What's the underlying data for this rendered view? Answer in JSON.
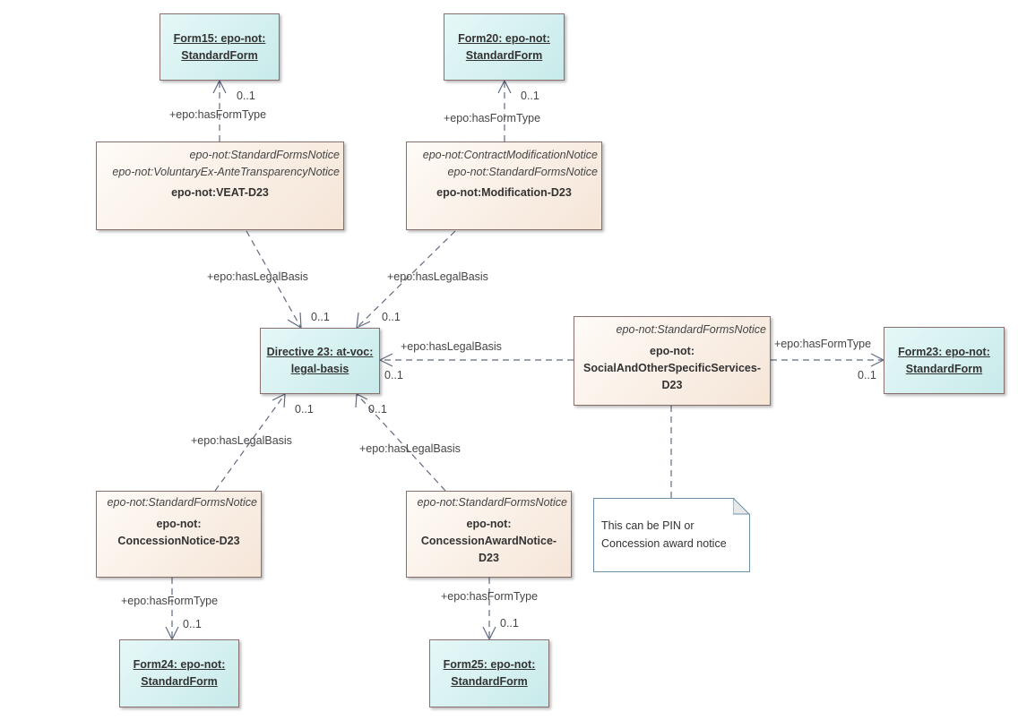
{
  "instances": {
    "form15": {
      "line1": "Form15: epo-not:",
      "line2": "StandardForm"
    },
    "form20": {
      "line1": "Form20: epo-not:",
      "line2": "StandardForm"
    },
    "directive23": {
      "line1": "Directive 23: at-voc:",
      "line2": "legal-basis"
    },
    "form23": {
      "line1": "Form23: epo-not:",
      "line2": "StandardForm"
    },
    "form24": {
      "line1": "Form24: epo-not:",
      "line2": "StandardForm"
    },
    "form25": {
      "line1": "Form25: epo-not:",
      "line2": "StandardForm"
    }
  },
  "classes": {
    "veat": {
      "stereo1": "epo-not:StandardFormsNotice",
      "stereo2": "epo-not:VoluntaryEx-AnteTransparencyNotice",
      "name": "epo-not:VEAT-D23"
    },
    "modification": {
      "stereo1": "epo-not:ContractModificationNotice",
      "stereo2": "epo-not:StandardFormsNotice",
      "name": "epo-not:Modification-D23"
    },
    "social": {
      "stereo1": "epo-not:StandardFormsNotice",
      "name1": "epo-not:",
      "name2": "SocialAndOtherSpecificServices-",
      "name3": "D23"
    },
    "concession": {
      "stereo1": "epo-not:StandardFormsNotice",
      "name1": "epo-not:",
      "name2": "ConcessionNotice-D23"
    },
    "concessionAward": {
      "stereo1": "epo-not:StandardFormsNotice",
      "name1": "epo-not:",
      "name2": "ConcessionAwardNotice-",
      "name3": "D23"
    }
  },
  "note": {
    "line1": "This can be PIN or",
    "line2": "Concession award notice"
  },
  "labels": {
    "hasFormType": "+epo:hasFormType",
    "hasLegalBasis": "+epo:hasLegalBasis",
    "mult": "0..1"
  }
}
